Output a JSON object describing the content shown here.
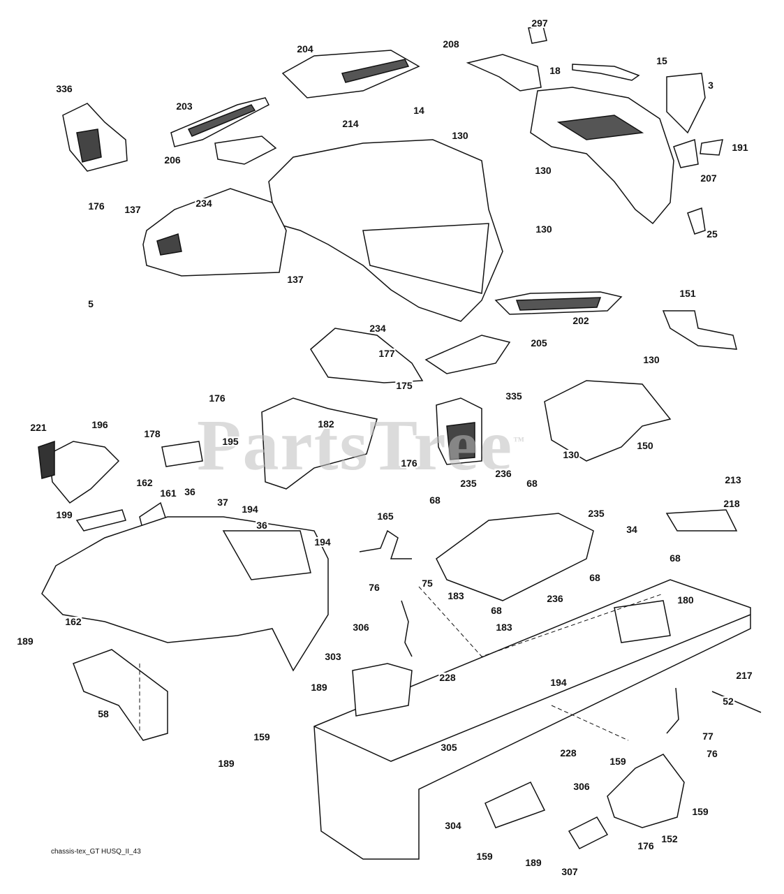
{
  "diagram_code": "chassis-tex_GT HUSQ_II_43",
  "watermark": "PartsTree",
  "watermark_mark": "™",
  "colors": {
    "line": "#111111",
    "fill": "#ffffff",
    "watermark": "#bebebe"
  },
  "labels": [
    "336",
    "204",
    "203",
    "214",
    "14",
    "206",
    "297",
    "208",
    "18",
    "15",
    "3",
    "130",
    "191",
    "207",
    "130",
    "25",
    "130",
    "137",
    "234",
    "176",
    "137",
    "5",
    "234",
    "202",
    "151",
    "130",
    "177",
    "205",
    "175",
    "176",
    "335",
    "150",
    "130",
    "221",
    "196",
    "178",
    "195",
    "182",
    "176",
    "162",
    "161",
    "36",
    "37",
    "194",
    "36",
    "199",
    "235",
    "236",
    "68",
    "213",
    "218",
    "165",
    "68",
    "235",
    "34",
    "194",
    "68",
    "76",
    "68",
    "75",
    "183",
    "236",
    "68",
    "183",
    "180",
    "162",
    "306",
    "189",
    "303",
    "228",
    "217",
    "189",
    "194",
    "58",
    "52",
    "159",
    "305",
    "77",
    "76",
    "189",
    "228",
    "159",
    "306",
    "159",
    "152",
    "304",
    "159",
    "189",
    "176",
    "307"
  ]
}
